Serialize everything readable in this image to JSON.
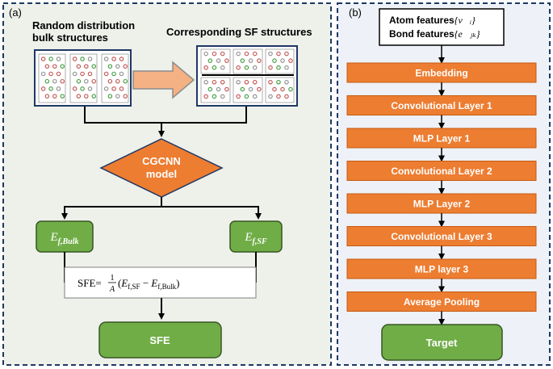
{
  "panel_a": {
    "tag": "(a)",
    "bulk_title_line1": "Random distribution",
    "bulk_title_line2": "bulk structures",
    "sf_title": "Corresponding SF structures",
    "model_line1": "CGCNN",
    "model_line2": "model",
    "ef_bulk_main": "E",
    "ef_bulk_sub": "f,Bulk",
    "ef_sf_main": "E",
    "ef_sf_sub": "f,SF",
    "sfe_formula_prefix": "SFE=",
    "sfe_frac_num": "1",
    "sfe_frac_den": "A",
    "sfe_formula_open": "(",
    "sfe_term1_main": "E",
    "sfe_term1_sub": "f,SF",
    "sfe_minus": " − ",
    "sfe_term2_main": "E",
    "sfe_term2_sub": "f,Bulk",
    "sfe_formula_close": ")",
    "output": "SFE"
  },
  "panel_b": {
    "tag": "(b)",
    "input_line1_text": "Atom features",
    "input_line1_math": "{v⃗ᵢ}",
    "input_line2_text": "Bond features",
    "input_line2_math": "{e⃗ⱼₖ}",
    "layers": [
      "Embedding",
      "Convolutional Layer 1",
      "MLP Layer 1",
      "Convolutional Layer 2",
      "MLP Layer 2",
      "Convolutional Layer 3",
      "MLP layer 3",
      "Average Pooling"
    ],
    "output": "Target"
  },
  "colors": {
    "orange": "#ED7D31",
    "green": "#70AD47",
    "navy": "#1F3864",
    "panel_bg": "#EEF0EA",
    "panel_b_bg": "#EEF1F7",
    "atom_red": "#C0504D",
    "atom_green": "#3A9A3A",
    "atom_grey": "#8C8C8C"
  }
}
